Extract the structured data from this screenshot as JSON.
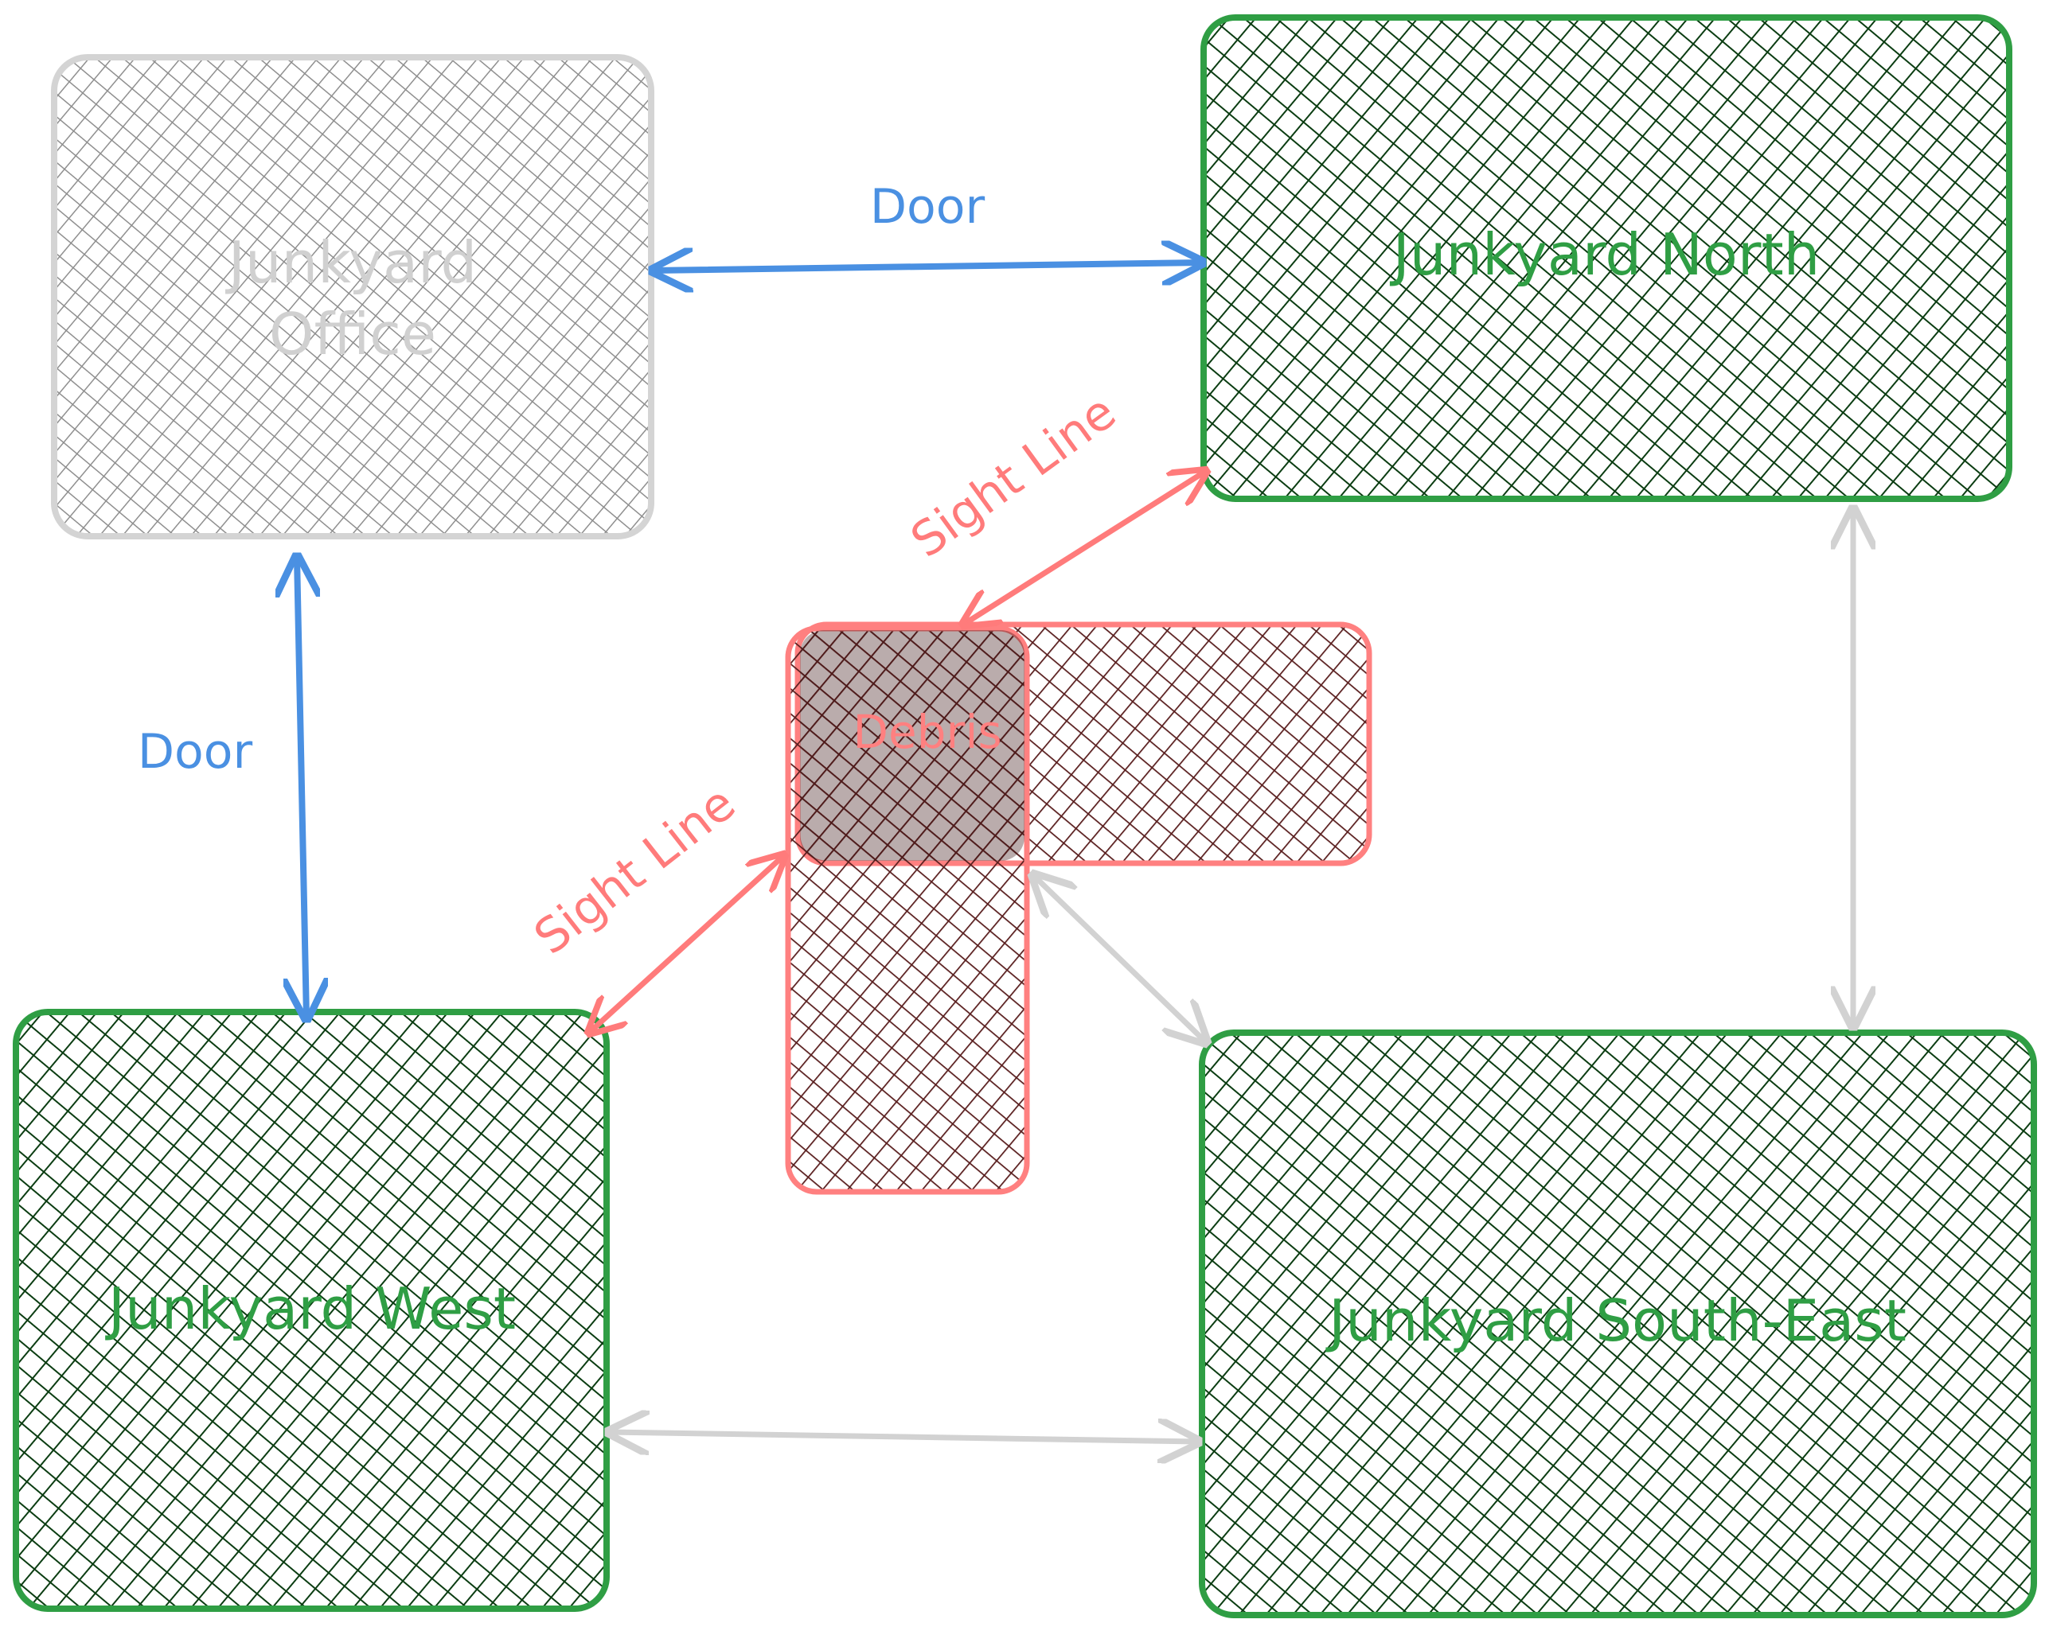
{
  "colors": {
    "office_stroke": "#d4d4d4",
    "office_hatch": "#8f8f8f",
    "office_text": "#d0d0d0",
    "zone_stroke": "#2f9e44",
    "zone_hatch": "#0b3d12",
    "zone_text": "#2f9e44",
    "debris_stroke": "#ff8080",
    "debris_hatch": "#5a1f1f",
    "debris_text": "#ff8080",
    "door": "#4a90e2",
    "sight": "#ff7b7b",
    "path": "#d2d2d2"
  },
  "rooms": {
    "office": {
      "line1": "Junkyard",
      "line2": "Office"
    },
    "north": {
      "label": "Junkyard North"
    },
    "west": {
      "label": "Junkyard West"
    },
    "southeast": {
      "label": "Junkyard South-East"
    },
    "debris": {
      "label": "Debris"
    }
  },
  "edges": {
    "door_top": {
      "label": "Door"
    },
    "door_left": {
      "label": "Door"
    },
    "sight_upper": {
      "label": "Sight Line"
    },
    "sight_lower": {
      "label": "Sight Line"
    }
  }
}
